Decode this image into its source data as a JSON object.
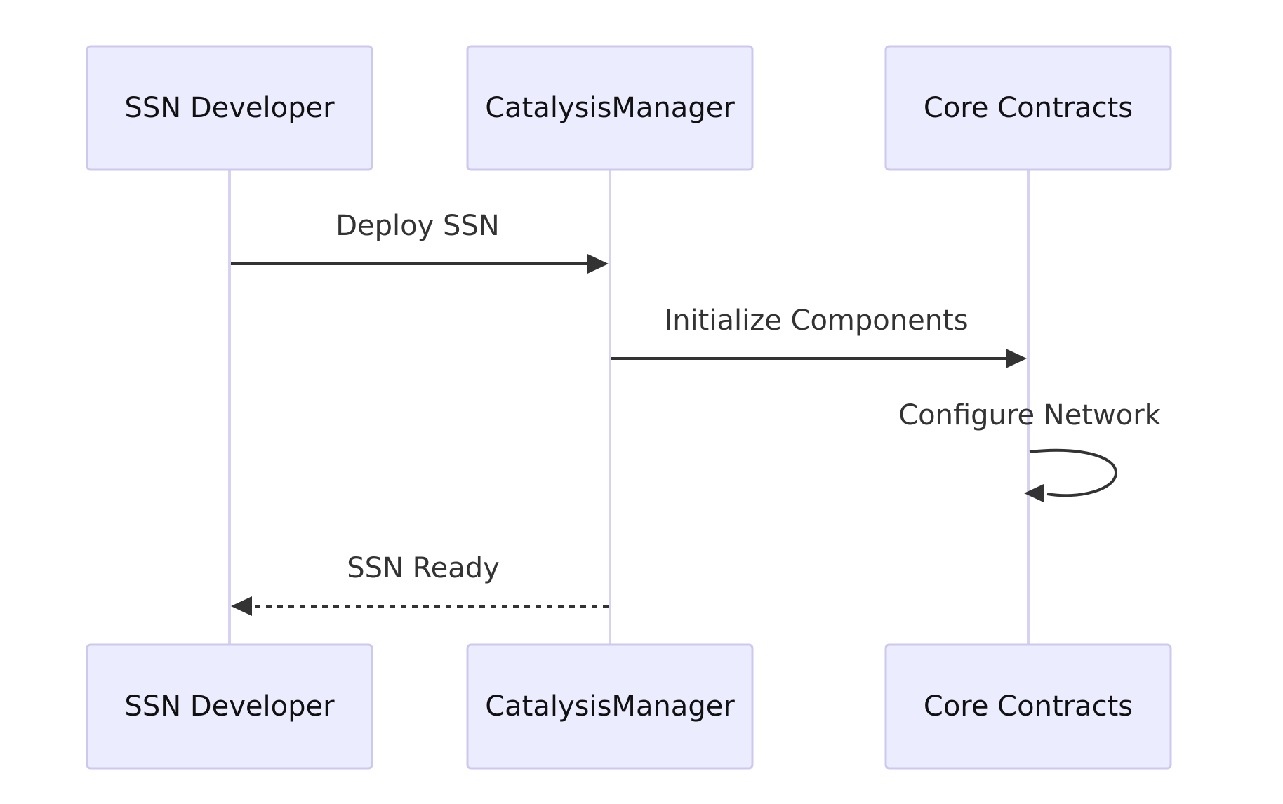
{
  "participants": [
    {
      "id": "dev",
      "label": "SSN Developer"
    },
    {
      "id": "mgr",
      "label": "CatalysisManager"
    },
    {
      "id": "core",
      "label": "Core Contracts"
    }
  ],
  "messages": [
    {
      "from": "dev",
      "to": "mgr",
      "label": "Deploy SSN",
      "style": "solid"
    },
    {
      "from": "mgr",
      "to": "core",
      "label": "Initialize Components",
      "style": "solid"
    },
    {
      "from": "core",
      "to": "core",
      "label": "Configure Network",
      "style": "solid"
    },
    {
      "from": "mgr",
      "to": "dev",
      "label": "SSN Ready",
      "style": "dashed"
    }
  ],
  "colors": {
    "actor_fill": "#ECECFF",
    "actor_border": "#CCC8EE",
    "lifeline": "#D8D2F2",
    "arrow": "#333333"
  }
}
